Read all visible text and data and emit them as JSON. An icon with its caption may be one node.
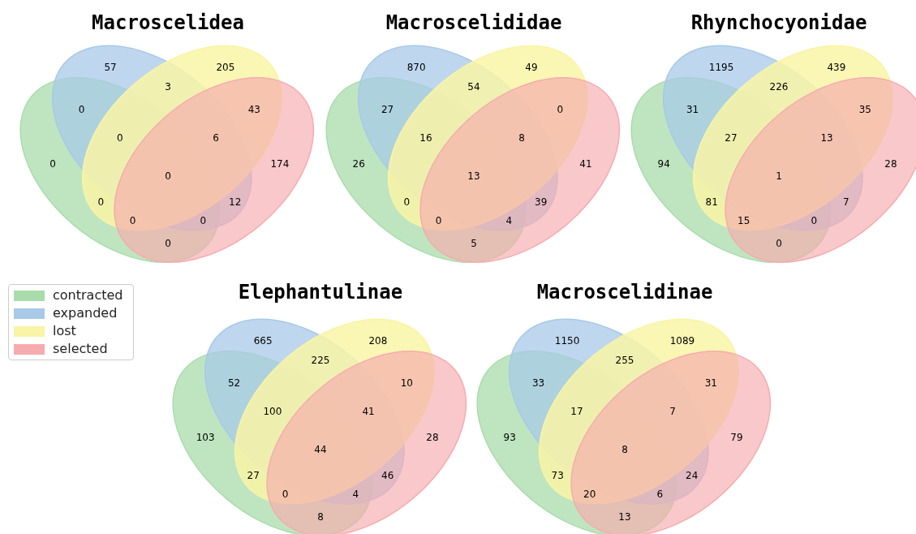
{
  "diagram": {
    "labels": [
      "Macroscelidea",
      "57",
      "205",
      "3",
      "0",
      "43",
      "0",
      "6",
      "0",
      "0",
      "174",
      "0",
      "12",
      "0",
      "0",
      "0",
      "Macroscelididae",
      "870",
      "49",
      "54",
      "27",
      "0",
      "16",
      "8",
      "26",
      "13",
      "41",
      "0",
      "39",
      "0",
      "4",
      "5",
      "Rhynchocyonidae",
      "1195",
      "439",
      "226",
      "31",
      "35",
      "27",
      "13",
      "94",
      "1",
      "28",
      "81",
      "7",
      "15",
      "0",
      "0",
      "Elephantulinae",
      "665",
      "208",
      "225",
      "52",
      "10",
      "100",
      "41",
      "103",
      "44",
      "28",
      "27",
      "46",
      "0",
      "4",
      "8",
      "Macroscelidinae",
      "1150",
      "1089",
      "255",
      "33",
      "31",
      "17",
      "7",
      "93",
      "8",
      "79",
      "73",
      "24",
      "20",
      "6",
      "13"
    ],
    "legend": [
      {
        "text": "contracted",
        "color": "#a9dcab"
      },
      {
        "text": "expanded",
        "color": "#a8c9e8"
      },
      {
        "text": "lost",
        "color": "#f9f4a6"
      },
      {
        "text": "selected",
        "color": "#f6abae"
      }
    ]
  }
}
